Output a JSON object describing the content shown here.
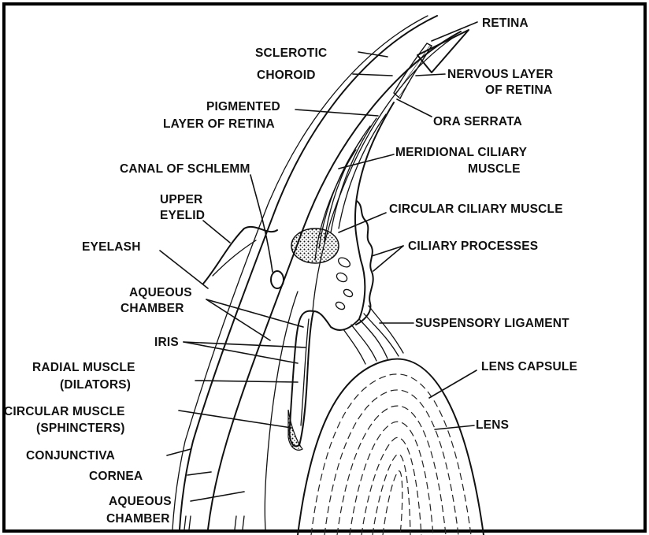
{
  "figure": {
    "labels": {
      "retina": "RETINA",
      "sclerotic": "SCLEROTIC",
      "choroid": "CHOROID",
      "nervous_layer_line1": "NERVOUS LAYER",
      "nervous_layer_line2": "OF RETINA",
      "pigmented_line1": "PIGMENTED",
      "pigmented_line2": "LAYER OF RETINA",
      "ora_serrata": "ORA SERRATA",
      "meridional_line1": "MERIDIONAL CILIARY",
      "meridional_line2": "MUSCLE",
      "canal_of_schlemm": "CANAL OF SCHLEMM",
      "upper_eyelid_line1": "UPPER",
      "upper_eyelid_line2": "EYELID",
      "circular_ciliary_muscle": "CIRCULAR CILIARY MUSCLE",
      "eyelash": "EYELASH",
      "ciliary_processes": "CILIARY PROCESSES",
      "aqueous_chamber_line1": "AQUEOUS",
      "aqueous_chamber_line2": "CHAMBER",
      "suspensory_ligament": "SUSPENSORY LIGAMENT",
      "iris": "IRIS",
      "lens_capsule": "LENS CAPSULE",
      "radial_muscle_line1": "RADIAL MUSCLE",
      "radial_muscle_line2": "(DILATORS)",
      "circular_muscle_line1": "CIRCULAR MUSCLE",
      "circular_muscle_line2": "(SPHINCTERS)",
      "lens": "LENS",
      "conjunctiva": "CONJUNCTIVA",
      "cornea": "CORNEA",
      "aqueous_chamber_bottom_line1": "AQUEOUS",
      "aqueous_chamber_bottom_line2": "CHAMBER"
    }
  }
}
